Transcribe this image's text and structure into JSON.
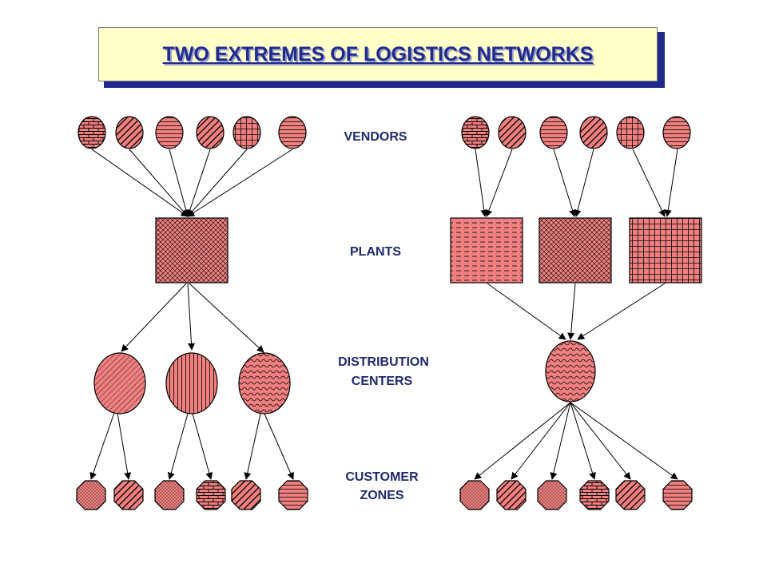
{
  "title": "TWO EXTREMES OF LOGISTICS NETWORKS",
  "labels": {
    "vendors": "VENDORS",
    "plants": "PLANTS",
    "dc_line1": "DISTRIBUTION",
    "dc_line2": "CENTERS",
    "cz_line1": "CUSTOMER",
    "cz_line2": "ZONES"
  },
  "colors": {
    "fill": "#f08080",
    "stroke": "#000000",
    "title_text": "#1f2a8c",
    "title_bg": "#ffffc8",
    "label_text": "#1f2a6e"
  },
  "left_network": {
    "vendors": [
      "brick",
      "diagonal",
      "horizontal",
      "diagonal",
      "grid",
      "horizontal"
    ],
    "plants": [
      "crosshatch"
    ],
    "distribution_centers": [
      "diagonal-fine",
      "vertical",
      "wave"
    ],
    "customer_zones": [
      "dots",
      "diagonal",
      "dots",
      "brick",
      "diagonal",
      "horizontal"
    ]
  },
  "right_network": {
    "vendors": [
      "brick",
      "diagonal",
      "horizontal",
      "diagonal",
      "grid",
      "horizontal"
    ],
    "plants": [
      "dashed",
      "crosshatch",
      "grid"
    ],
    "distribution_centers": [
      "wave"
    ],
    "customer_zones": [
      "dots",
      "diagonal",
      "dots",
      "brick",
      "diagonal",
      "horizontal"
    ]
  }
}
